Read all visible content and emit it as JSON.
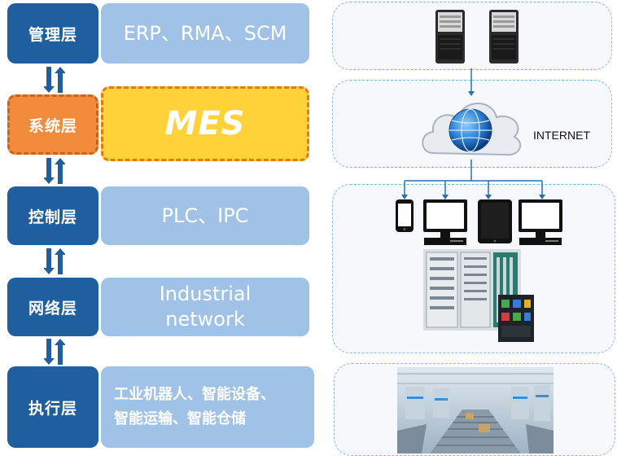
{
  "layers": [
    {
      "label": "管理层",
      "description": "ERP、RMA、SCM"
    },
    {
      "label": "系统层",
      "description": "MES"
    },
    {
      "label": "控制层",
      "description": "PLC、IPC"
    },
    {
      "label": "网络层",
      "description_line1": "Industrial",
      "description_line2": "network"
    },
    {
      "label": "执行层",
      "description_line1": "工业机器人、智能设备、",
      "description_line2": "智能运输、智能仓储"
    }
  ],
  "network": {
    "internet_label": "INTERNET"
  },
  "colors": {
    "layer_blue": "#1f5f9f",
    "desc_blue": "#9fc2e6",
    "accent_orange": "#f28c3c",
    "accent_yellow": "#ffd23a"
  },
  "icons": [
    "server-icon",
    "cloud-globe-icon",
    "phone-icon",
    "monitor-icon",
    "tablet-icon",
    "control-cabinet-icon",
    "conveyor-warehouse-icon"
  ]
}
